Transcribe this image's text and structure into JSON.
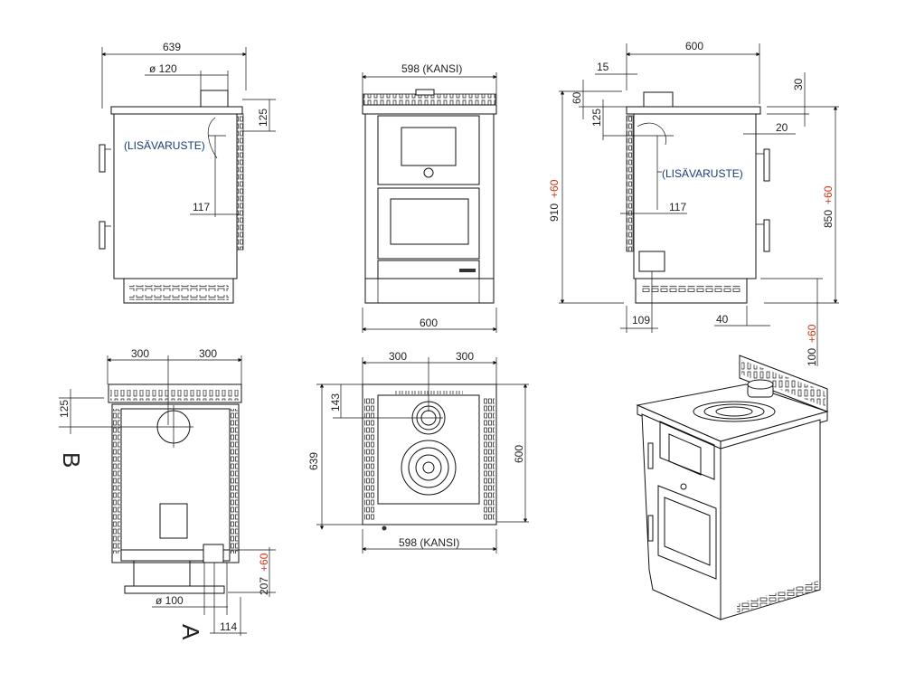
{
  "colors": {
    "line": "#111111",
    "tolerance": "#d03010",
    "note": "#1a3a7a"
  },
  "side_view_left": {
    "width": "639",
    "flue_diameter": "ø 120",
    "flue_height": "125",
    "accessory": "(LISÄVARUSTE)",
    "flue_offset": "117"
  },
  "front_view": {
    "top_width": "598  (KANSI)",
    "width": "600"
  },
  "side_view_right": {
    "width": "600",
    "d15": "15",
    "d30": "30",
    "d60": "60",
    "d125": "125",
    "d20": "20",
    "height_910": "910",
    "height_910_tol": "+60",
    "height_850": "850",
    "height_850_tol": "+60",
    "accessory": "(LISÄVARUSTE)",
    "flue_offset": "117",
    "d109": "109",
    "d40": "40",
    "d100": "100",
    "d100_tol": "+60"
  },
  "back_view": {
    "half_left": "300",
    "half_right": "300",
    "d125": "125",
    "label_b": "B",
    "label_a": "A",
    "pipe_diameter": "ø 100",
    "d207": "207",
    "d207_tol": "+60",
    "d114": "114"
  },
  "top_view": {
    "half_left": "300",
    "half_right": "300",
    "d143": "143",
    "depth": "639",
    "width_600": "600",
    "top_width": "598 (KANSI)"
  }
}
